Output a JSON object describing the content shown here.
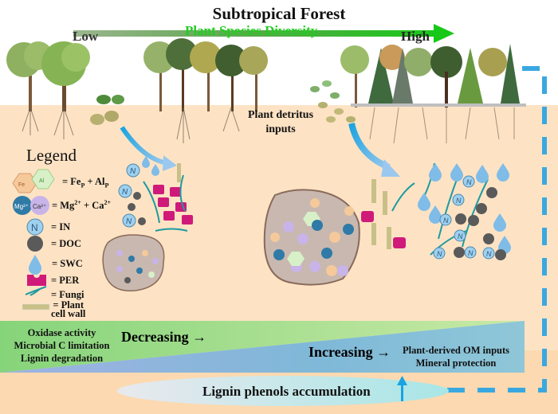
{
  "header": {
    "title": "Subtropical Forest",
    "gradient_label": "Plant Species Diversity",
    "low_label": "Low",
    "high_label": "High"
  },
  "annotations": {
    "detritus_line1": "Plant detritus",
    "detritus_line2": "inputs"
  },
  "legend": {
    "title": "Legend",
    "items": [
      {
        "icon": "fe-al-hexagon-icon",
        "label": "= Fe",
        "sub": "P",
        "label2": " + Al",
        "sub2": "P"
      },
      {
        "icon": "mg-ca-circle-icon",
        "label": "= Mg",
        "sup": "2+",
        "label2": " + Ca",
        "sup2": "2+"
      },
      {
        "icon": "nitrogen-circle-icon",
        "label": "= IN"
      },
      {
        "icon": "doc-circle-icon",
        "label": "= DOC"
      },
      {
        "icon": "water-drop-icon",
        "label": "= SWC"
      },
      {
        "icon": "peroxidase-icon",
        "label": "= PER"
      },
      {
        "icon": "fungi-icon",
        "label": "= Fungi"
      },
      {
        "icon": "plant-cell-wall-icon",
        "label": "= Plant",
        "label_line2": "cell wall"
      }
    ],
    "icon_text": {
      "fe": "Fe",
      "al": "Al",
      "mg": "Mg²⁺",
      "ca": "Ca²⁺",
      "n": "N"
    }
  },
  "band": {
    "left_lines": [
      "Oxidase activity",
      "Microbial C limitation",
      "Lignin degradation"
    ],
    "decreasing": "Decreasing →",
    "increasing": "Increasing →",
    "right_lines": [
      "Plant-derived OM inputs",
      "Mineral protection"
    ]
  },
  "accumulation": {
    "label": "Lignin phenols accumulation"
  },
  "colors": {
    "diversity_green": "#22cc22",
    "soil": "#fde3c4",
    "arrow_blue": "#1aa3e0",
    "dashed_blue": "#3aa8e0",
    "per_magenta": "#d01a7a",
    "fungi_teal": "#1e9aa0",
    "n_blue": "#9fd0ee",
    "doc_gray": "#5a5a5a",
    "band_green": "#9ed884",
    "band_blue": "#8fb6e0"
  }
}
